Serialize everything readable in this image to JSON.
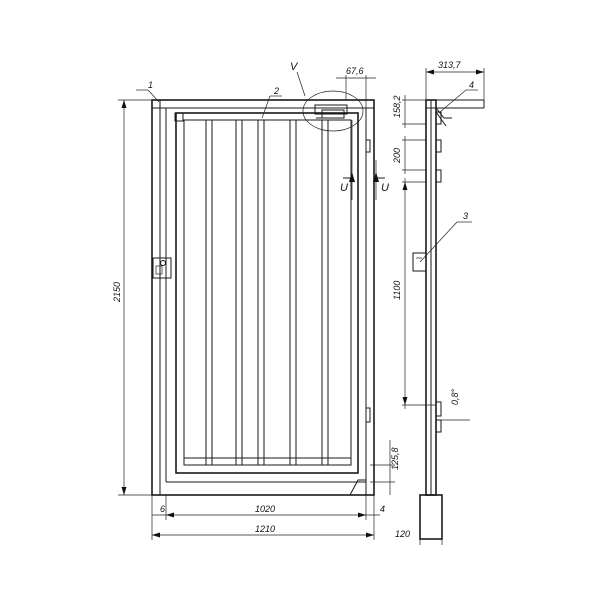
{
  "labels": {
    "view_v": "V",
    "section_u_left": "U",
    "section_u_right": "U"
  },
  "callouts": {
    "item_1": "1",
    "item_2": "2",
    "item_3": "3",
    "item_4": "4"
  },
  "dimensions": {
    "height_total": "2150",
    "width_opening": "1020",
    "width_total": "1210",
    "left_gap": "6",
    "right_gap": "4",
    "top_offset": "67,6",
    "side_depth": "313,7",
    "post_width": "120",
    "bottom_clearance": "125,8",
    "hinge_top": "158,2",
    "hinge_spacing": "200",
    "hinge_span": "1100",
    "tilt_angle": "0,8°"
  }
}
